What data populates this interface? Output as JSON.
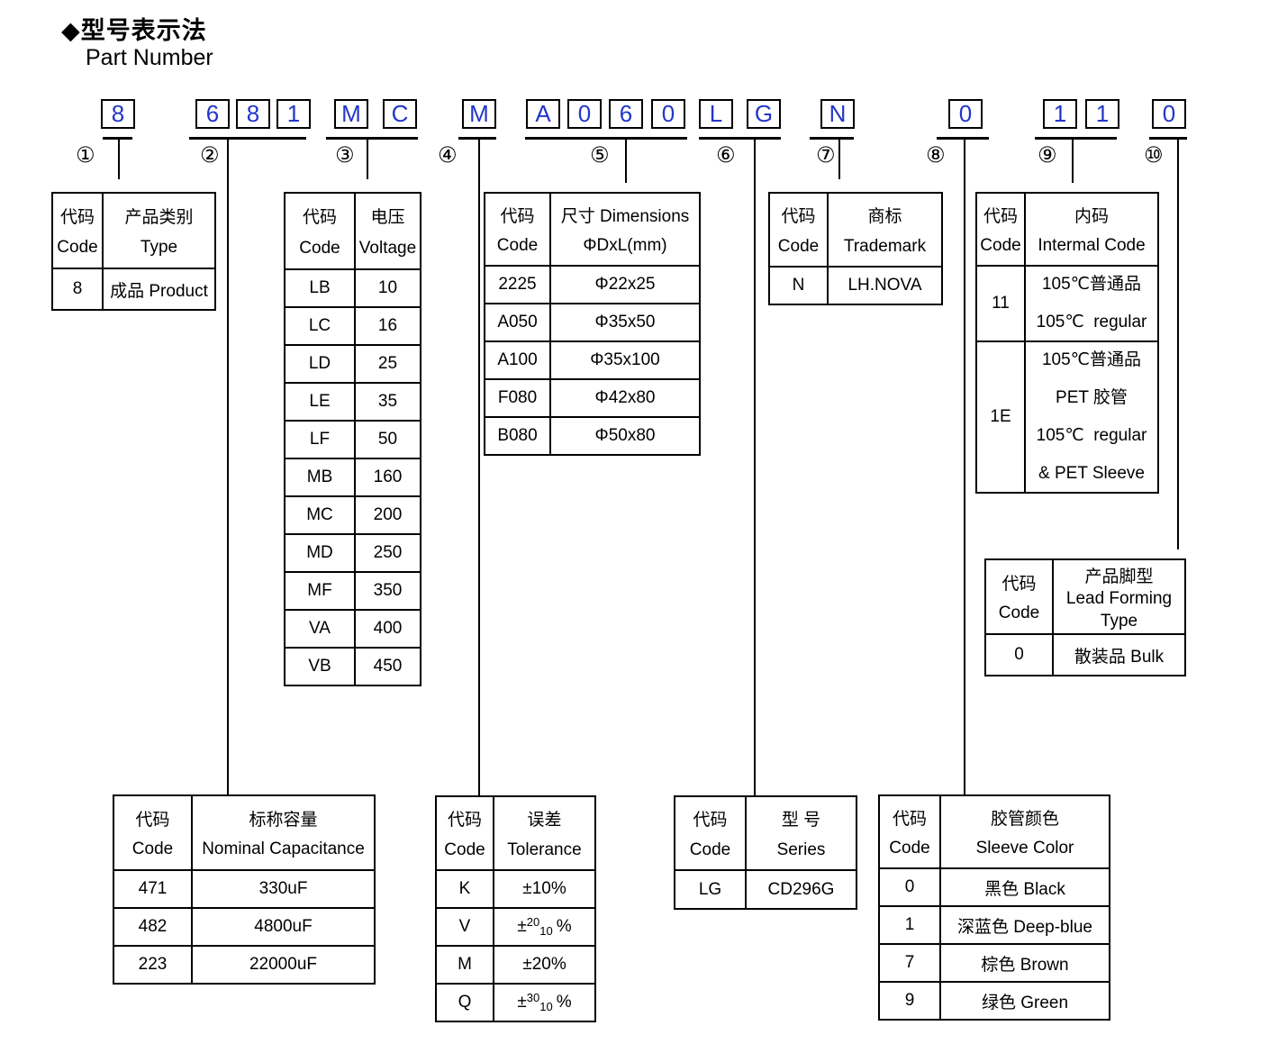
{
  "title": {
    "zh": "◆型号表示法",
    "en": "Part Number"
  },
  "colors": {
    "code_blue": "#2236c8"
  },
  "pn": {
    "boxes": [
      "8",
      "6",
      "8",
      "1",
      "M",
      "C",
      "M",
      "A",
      "0",
      "6",
      "0",
      "L",
      "G",
      "N",
      "0",
      "1",
      "1",
      "0"
    ],
    "circles": [
      "①",
      "②",
      "③",
      "④",
      "⑤",
      "⑥",
      "⑦",
      "⑧",
      "⑨",
      "⑩"
    ]
  },
  "tables": {
    "product_type": {
      "h": {
        "c1a": "代码",
        "c1b": "Code",
        "c2a": "产品类别",
        "c2b": "Type"
      },
      "rows": [
        {
          "code": "8",
          "value": "成品 Product"
        }
      ]
    },
    "voltage": {
      "h": {
        "c1a": "代码",
        "c1b": "Code",
        "c2a": "电压",
        "c2b": "Voltage"
      },
      "rows": [
        {
          "code": "LB",
          "value": "10"
        },
        {
          "code": "LC",
          "value": "16"
        },
        {
          "code": "LD",
          "value": "25"
        },
        {
          "code": "LE",
          "value": "35"
        },
        {
          "code": "LF",
          "value": "50"
        },
        {
          "code": "MB",
          "value": "160"
        },
        {
          "code": "MC",
          "value": "200"
        },
        {
          "code": "MD",
          "value": "250"
        },
        {
          "code": "MF",
          "value": "350"
        },
        {
          "code": "VA",
          "value": "400"
        },
        {
          "code": "VB",
          "value": "450"
        }
      ]
    },
    "dimensions": {
      "h": {
        "c1a": "代码",
        "c1b": "Code",
        "c2a": "尺寸 Dimensions",
        "c2b": "ΦDxL(mm)"
      },
      "rows": [
        {
          "code": "2225",
          "value": "Φ22x25"
        },
        {
          "code": "A050",
          "value": "Φ35x50"
        },
        {
          "code": "A100",
          "value": "Φ35x100"
        },
        {
          "code": "F080",
          "value": "Φ42x80"
        },
        {
          "code": "B080",
          "value": "Φ50x80"
        }
      ]
    },
    "trademark": {
      "h": {
        "c1a": "代码",
        "c1b": "Code",
        "c2a": "商标",
        "c2b": "Trademark"
      },
      "rows": [
        {
          "code": "N",
          "value": "LH.NOVA"
        }
      ]
    },
    "internal_code": {
      "h": {
        "c1a": "代码",
        "c1b": "Code",
        "c2a": "内码",
        "c2b": "Intermal Code"
      },
      "rows": [
        {
          "code": "11",
          "lines": [
            "105℃普通品",
            "105℃  regular"
          ]
        },
        {
          "code": "1E",
          "lines": [
            "105℃普通品",
            "PET 胶管",
            "105℃  regular",
            "& PET Sleeve"
          ]
        }
      ]
    },
    "lead_forming": {
      "h": {
        "c1a": "代码",
        "c1b": "Code",
        "c2a": "产品脚型",
        "c2b": "Lead Forming",
        "c2c": "Type"
      },
      "rows": [
        {
          "code": "0",
          "value": "散装品 Bulk"
        }
      ]
    },
    "capacitance": {
      "h": {
        "c1a": "代码",
        "c1b": "Code",
        "c2a": "标称容量",
        "c2b": "Nominal Capacitance"
      },
      "rows": [
        {
          "code": "471",
          "value": "330uF"
        },
        {
          "code": "482",
          "value": "4800uF"
        },
        {
          "code": "223",
          "value": "22000uF"
        }
      ]
    },
    "tolerance": {
      "h": {
        "c1a": "代码",
        "c1b": "Code",
        "c2a": "误差",
        "c2b": "Tolerance"
      },
      "rows": [
        {
          "code": "K",
          "pre": "±10%",
          "sup": "",
          "sub": "",
          "post": ""
        },
        {
          "code": "V",
          "pre": "±",
          "sup": "20",
          "sub": "10",
          "post": "%"
        },
        {
          "code": "M",
          "pre": "±20%",
          "sup": "",
          "sub": "",
          "post": ""
        },
        {
          "code": "Q",
          "pre": "±",
          "sup": "30",
          "sub": "10",
          "post": "%"
        }
      ]
    },
    "series": {
      "h": {
        "c1a": "代码",
        "c1b": "Code",
        "c2a": "型 号",
        "c2b": "Series"
      },
      "rows": [
        {
          "code": "LG",
          "value": "CD296G"
        }
      ]
    },
    "sleeve_color": {
      "h": {
        "c1a": "代码",
        "c1b": "Code",
        "c2a": "胶管颜色",
        "c2b": "Sleeve Color"
      },
      "rows": [
        {
          "code": "0",
          "value": "黑色 Black"
        },
        {
          "code": "1",
          "value": "深蓝色 Deep-blue"
        },
        {
          "code": "7",
          "value": "棕色 Brown"
        },
        {
          "code": "9",
          "value": "绿色 Green"
        }
      ]
    }
  }
}
